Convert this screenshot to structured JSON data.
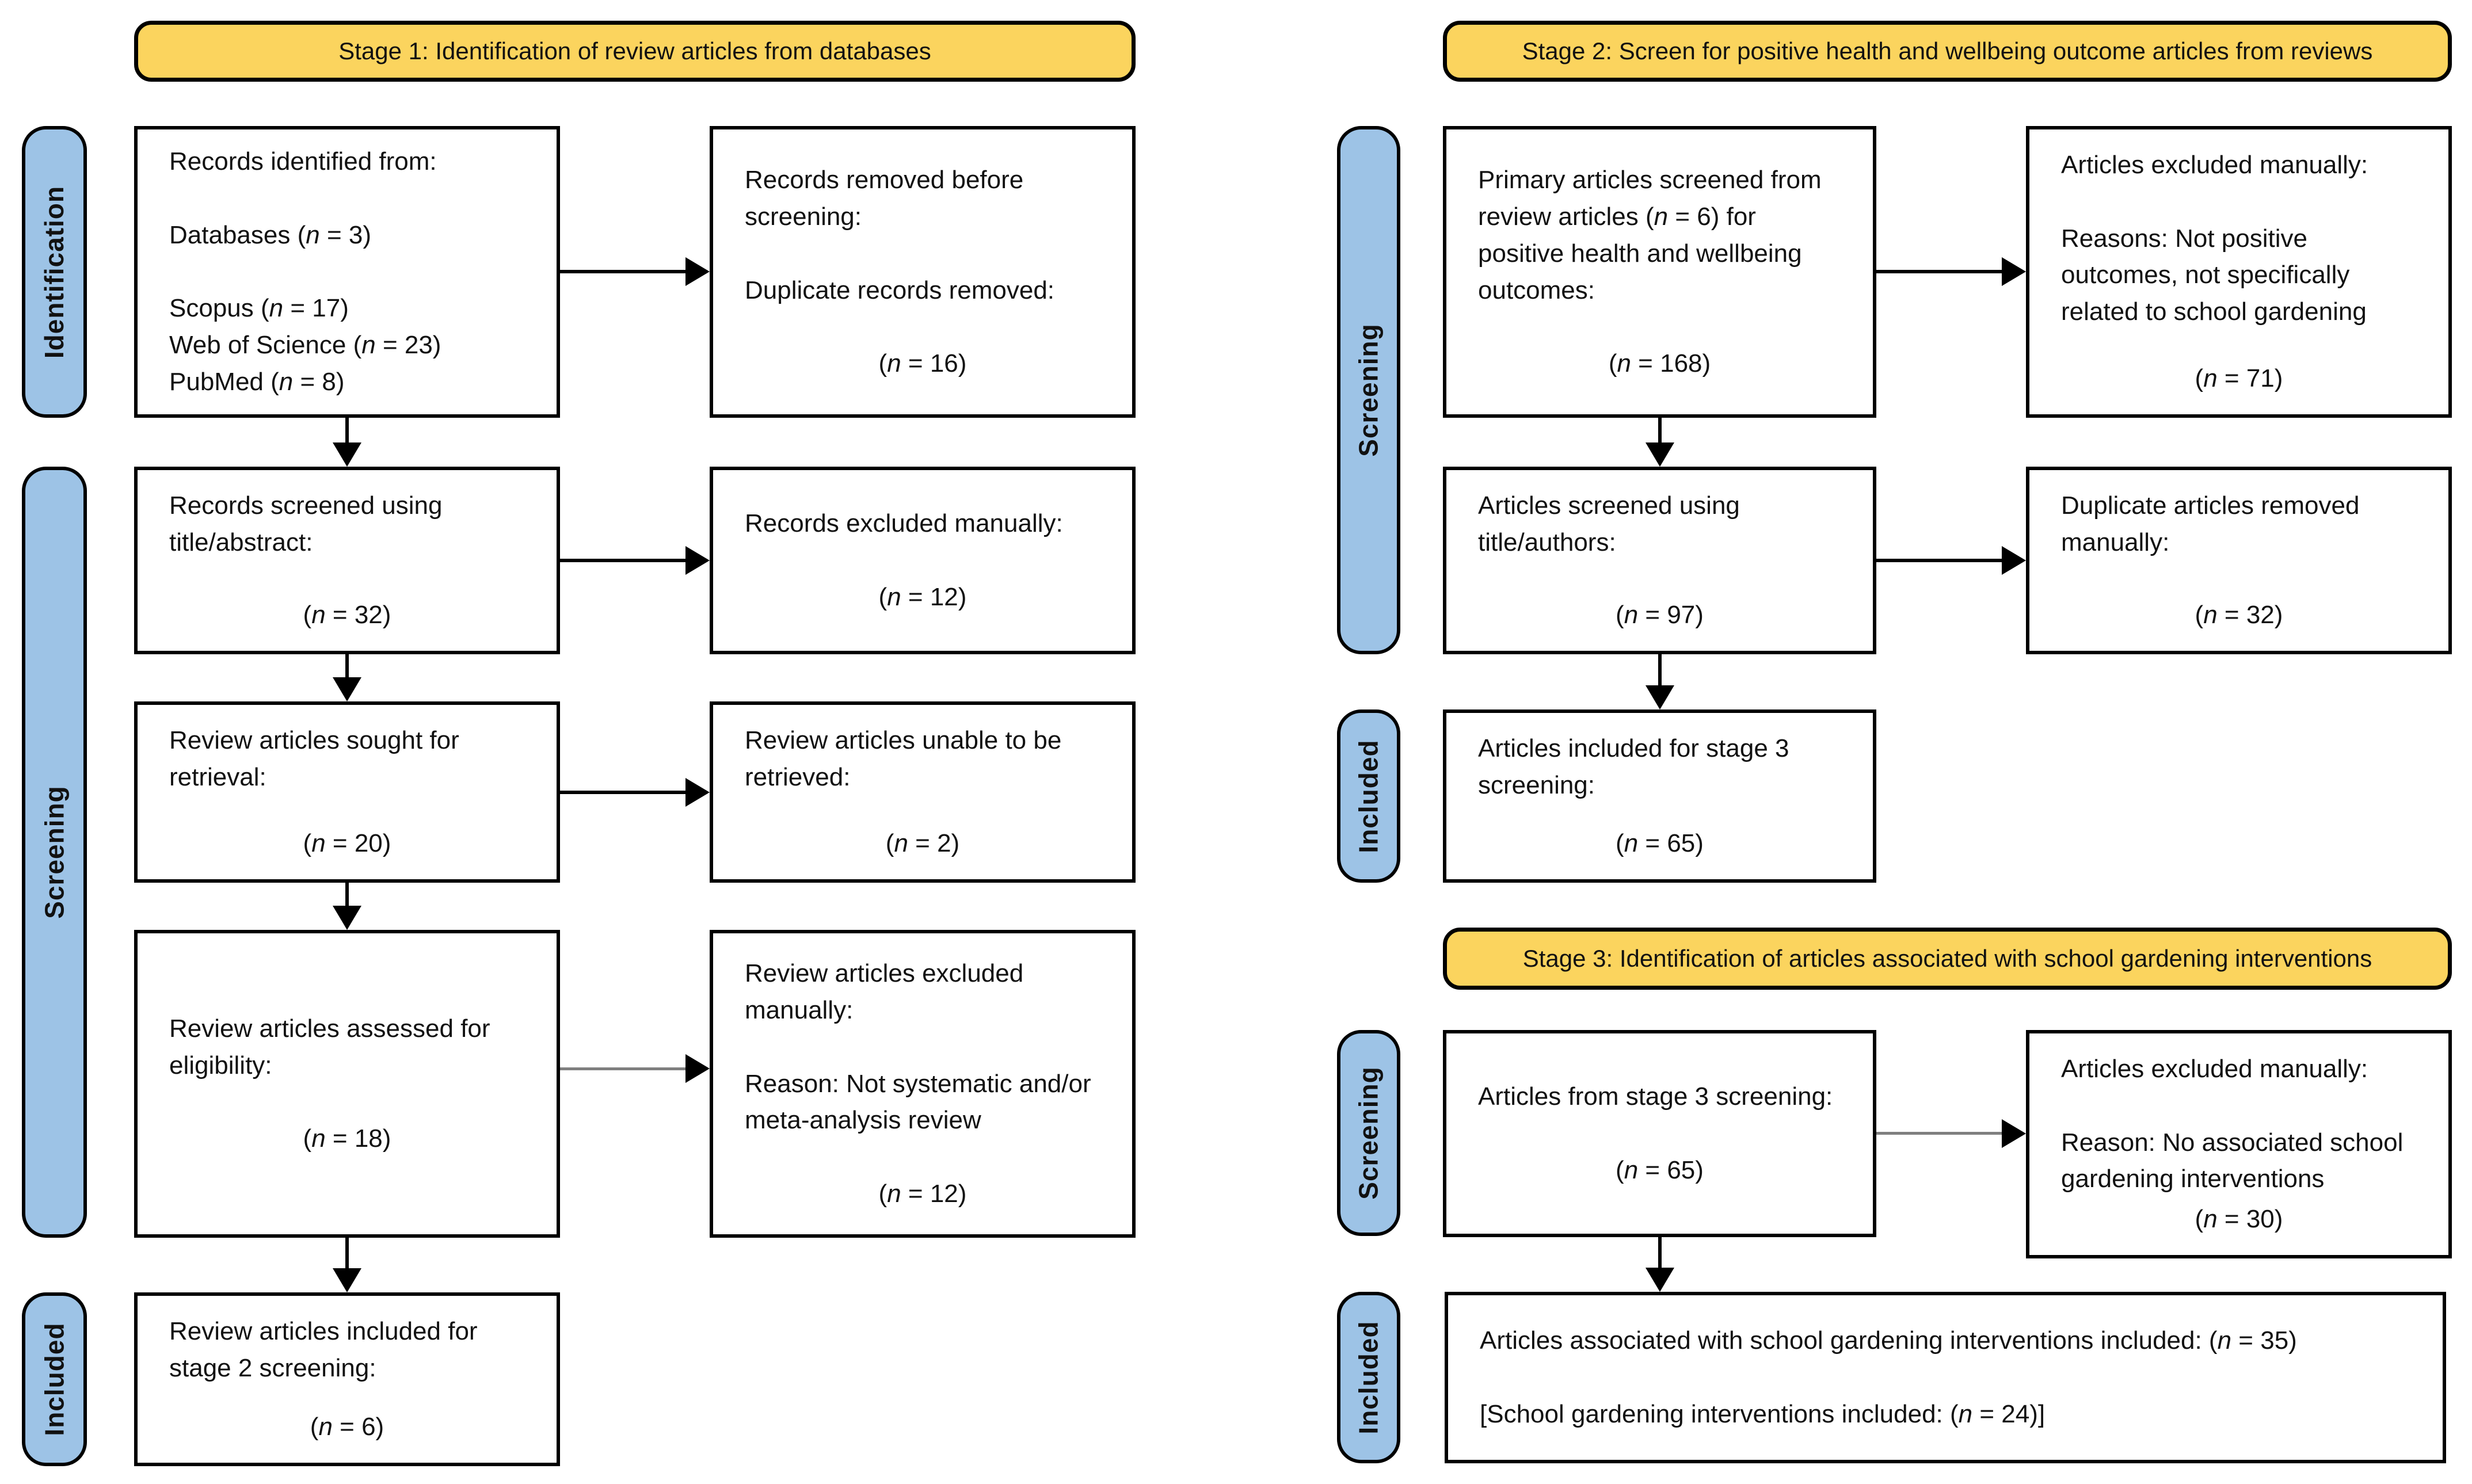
{
  "headers": {
    "stage1": "Stage 1: Identification of review articles from databases",
    "stage2": "Stage 2: Screen for positive health and wellbeing outcome articles from reviews",
    "stage3": "Stage 3: Identification of articles associated with school gardening interventions"
  },
  "sidebars": {
    "s1_identification": "Identification",
    "s1_screening": "Screening",
    "s1_included": "Included",
    "s2_screening": "Screening",
    "s2_included": "Included",
    "s3_screening": "Screening",
    "s3_included": "Included"
  },
  "boxes": {
    "l_r1a": {
      "lines": [
        "Records identified from:",
        "",
        "Databases (n = 3)",
        "",
        "Scopus (n = 17)",
        "Web of Science (n = 23)",
        "PubMed (n = 8)"
      ]
    },
    "l_r1b": {
      "lines": [
        "Records removed before screening:",
        "",
        "Duplicate records removed:",
        "",
        "(n = 16)"
      ]
    },
    "l_r2a": {
      "lines": [
        "Records screened using title/abstract:",
        "",
        "(n = 32)"
      ]
    },
    "l_r2b": {
      "lines": [
        "Records excluded manually:",
        "",
        "(n = 12)"
      ]
    },
    "l_r3a": {
      "lines": [
        "Review articles sought for retrieval:",
        "",
        "(n = 20)"
      ]
    },
    "l_r3b": {
      "lines": [
        "Review articles unable to be retrieved:",
        "",
        "(n = 2)"
      ]
    },
    "l_r4a": {
      "lines": [
        "Review articles assessed for eligibility:",
        "",
        "(n = 18)"
      ]
    },
    "l_r4b": {
      "lines": [
        "Review articles excluded manually:",
        "",
        "Reason: Not systematic and/or meta-analysis review",
        "",
        "(n =  12)"
      ]
    },
    "l_r5a": {
      "lines": [
        "Review articles included for stage 2 screening:",
        "",
        "(n = 6)"
      ]
    },
    "r_r1a": {
      "lines": [
        "Primary articles screened from review articles (n = 6) for positive health and wellbeing outcomes:",
        "",
        "(n = 168)"
      ]
    },
    "r_r1b": {
      "lines": [
        "Articles excluded manually:",
        "",
        "Reasons: Not positive outcomes, not specifically related to school gardening",
        "",
        "(n = 71)"
      ]
    },
    "r_r2a": {
      "lines": [
        "Articles screened using title/authors:",
        "",
        "(n = 97)"
      ]
    },
    "r_r2b": {
      "lines": [
        "Duplicate articles removed manually:",
        "",
        "(n = 32)"
      ]
    },
    "r_r3a": {
      "lines": [
        "Articles included for stage 3 screening:",
        "",
        "(n = 65)"
      ]
    },
    "r_r4a": {
      "lines": [
        "Articles from stage 3 screening:",
        "",
        "(n = 65)"
      ]
    },
    "r_r4b": {
      "lines": [
        "Articles excluded manually:",
        "",
        "Reason: No associated school gardening interventions",
        "",
        "(n = 30)"
      ]
    },
    "r_r5": {
      "lines": [
        "Articles associated with school gardening interventions included: (n = 35)",
        "",
        "[School gardening interventions included: (n = 24)]"
      ]
    }
  },
  "colors": {
    "stage_header_fill": "#FBD45E",
    "sidebar_fill": "#9DC3E6",
    "border": "#000000",
    "gray_connector": "#7f7f7f"
  }
}
